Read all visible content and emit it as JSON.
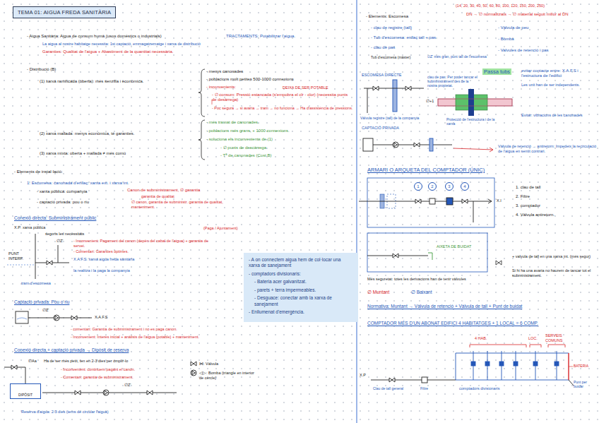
{
  "diagram": {
    "title": "TEMA 01: AIGUA FREDA SANITÀRIA",
    "nodes": [
      {
        "text": [
          "- A on connectem aigua hem de col·locar una xarxa de sanejament",
          "- comptadors divisionaris:",
          "- Bateria acer galvanitzat.",
          "- parets + terra impermeables.",
          "- Desguace: conectar amb la xarxa de sanejament",
          "- Enllumenat d'emergència."
        ]
      },
      {
        "text": [
          "DIPÒSIT"
        ]
      },
      {
        "text": [
          "1"
        ]
      },
      {
        "text": [
          "2"
        ]
      },
      {
        "text": [
          "3"
        ]
      },
      {
        "text": [
          "4"
        ]
      }
    ],
    "labels": [
      "- Aigua Sanitària: Aigua de consum humà (usos domèstics o industrials)",
      "TRACTAMENTS: Potabilitzar l'aigua.",
      "La aigua al nostre habitatge necessita: 1st captació, emmagatzematge i xarxa de distribució",
      "Garanties: Qualitat de l'aigua + Abastiment de la quantitat necessària.",
      "- Distribució (B)",
      "(1) xarxa ramificada (oberta): més senzilla i econòmica.",
      "- menys canonades",
      "- poblacions molt petites 500-1000 connexions",
      "- inconvenients:",
      "DEIXA DE SER POTABLE",
      "- ∅ consum: Pressió estancada (s'empobra el clr - clor) (necessita punts de desàrrega)",
      "- Poc segura → si avaria → tram → no funciona → Ha d'assistència de pressions.",
      "(2) xarxa mallada: menys econòmica, té garanties.",
      "- més tramat de canonades.",
      "- poblacions més grans, + 1000 connexions.",
      "- soluciona els inconvenients de (1)",
      "- ∅ punts de descàrrega",
      "- Tª de canonades (Cost B)",
      "(3) xarxa mixta: oberta + mallada ≠ més comú",
      "- Elements de instal·lació:",
      "1. Escomesa: canonada d'enllaç: xarxa ext. i xarxa int.",
      "- xarxa pública: companyia",
      "Canon de subministrament, ∅ garantia",
      "garantia de qualitat",
      "- captació privada: pou o riu",
      "∅ canon, garantia de subministr. garantia de qualitat, manteniment.",
      "Conexió directa: Subministrament públic",
      "X.P: xarxa pública",
      "segons les necessitats",
      "∅Z'",
      "(Paga / Ajuntament)",
      "- Inconvenient: Pagament del canon (depèn del cabal de l'aigua) + garantia de servei.",
      "- Comentari: Garanties òptimes.",
      "PUNT INTERP.",
      "X.A.F.S: xarxa aigua freda sanitària",
      "la realitza i la paga la companyia",
      "tram d'escomesa",
      "Captació privada: Pou o riu",
      "∅Z'",
      "X.A.F.S",
      "- comentari: Garantia de subministrament i no es paga canon.",
      "- Inconvenient: Interès inicial + anàlisis de l'aigua (potable) + manteniment.",
      "Conexió directa + captació privada → Dipòsit de reserva",
      "∅Aa",
      "Ha de ser més petit, ten en 2-3 dies per omplir-lo",
      "- Inconvenient: continuem pagant el canon.",
      "- Comentari: garantia de subministrament.",
      "∅Z'",
      "⋈: Vàlvula",
      "◁▷: Bomba (triangle en interior de cercle)",
      "Reserva d'aigua: 2-3 dies (tems de circular l'aigua)",
      "(14, 20, 30, 40, 50, 60, 80, 100, 120, 150, 200, 250)",
      "- Elements: Escomesa",
      "DN → ∅ normalitzats → ∅ material seguit millor al DN",
      "- clau de registre (tall)",
      "- Tub d'escomesa: enllaç tall + pas",
      "- clau de pas",
      "Tub d'escomesa (màster)",
      "∅Z' més gran, punt tall de l'escomesa",
      "- Vàlvula de peu",
      "- Bomba",
      "- Valvules de retenció i pas",
      "ESCOMESA DIRECTE",
      "clau de pas: Per poder tancar el subministrament des de la nostra propietat.",
      "Vàlvula registre (tall) de la companyia",
      "CAPTACIÓ PRIVADA",
      "Passa tubs",
      "evitar contacte entre: X.A.F.S i l'estructura de l'edifici",
      "Les unit han de ser independents.",
      "∅+1",
      "Protecció de l'estructura i de la xarxa",
      "Evitar: vibracions de les canonades",
      "Vàlvula de retenció → antiretorn: Impedeix la recirculació de l'aigua en sentit contrari.",
      "ARMARI O ARQUETA DEL COMPTADOR (ÚNIC)",
      "1. clau de tall",
      "2. Filtre",
      "3. comptador",
      "4. Vàlvula antiretorn.",
      "X.I",
      "AIXETA DE BUIDAT",
      "+ valvula de tall en una xarxa int. (més segur)",
      "Si hi ha una avaria no haurem de tancar tot el subministrament.",
      "Més seguretat: totes les derivacions han de tenir vàlvules",
      "∅ Muntant",
      "∅ Baixant",
      "Normativa: Muntant → Vàlvula de retenció + Vàlvula de tall + Punt de buidat",
      "COMPTADOR MÉS D'UN ABONAT EDIFICI 4 HABITATGES + 1 LOCAL = 6 COMP.",
      "4 HAB.",
      "LOC.",
      "SERVEIS COMUNS",
      "BATERIA",
      "X.P",
      "Clau de tall general",
      "comptadors divisionaris",
      "Punt per buidar",
      "Filtre"
    ]
  }
}
